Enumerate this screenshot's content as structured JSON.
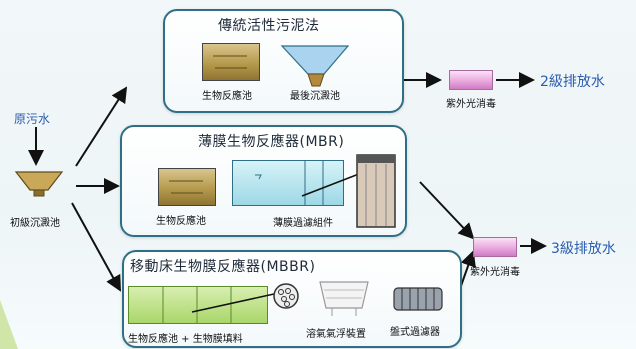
{
  "raw_water": "原污水",
  "primary_clarifier": "初級沉澱池",
  "cas": {
    "title": "傳統活性污泥法",
    "bio_reactor": "生物反應池",
    "final_clarifier": "最後沉澱池"
  },
  "mbr": {
    "title": "薄膜生物反應器(MBR)",
    "bio_reactor": "生物反應池",
    "membrane_module": "薄膜過濾組件"
  },
  "mbbr": {
    "title": "移動床生物膜反應器(MBBR)",
    "bio_reactor_with_media": "生物反應池 + 生物膜填料",
    "daf": "溶氣氣浮裝置",
    "disc_filter": "盤式過濾器"
  },
  "uv1": "紫外光消毒",
  "uv2": "紫外光消毒",
  "out1": "2級排放水",
  "out2": "3級排放水"
}
